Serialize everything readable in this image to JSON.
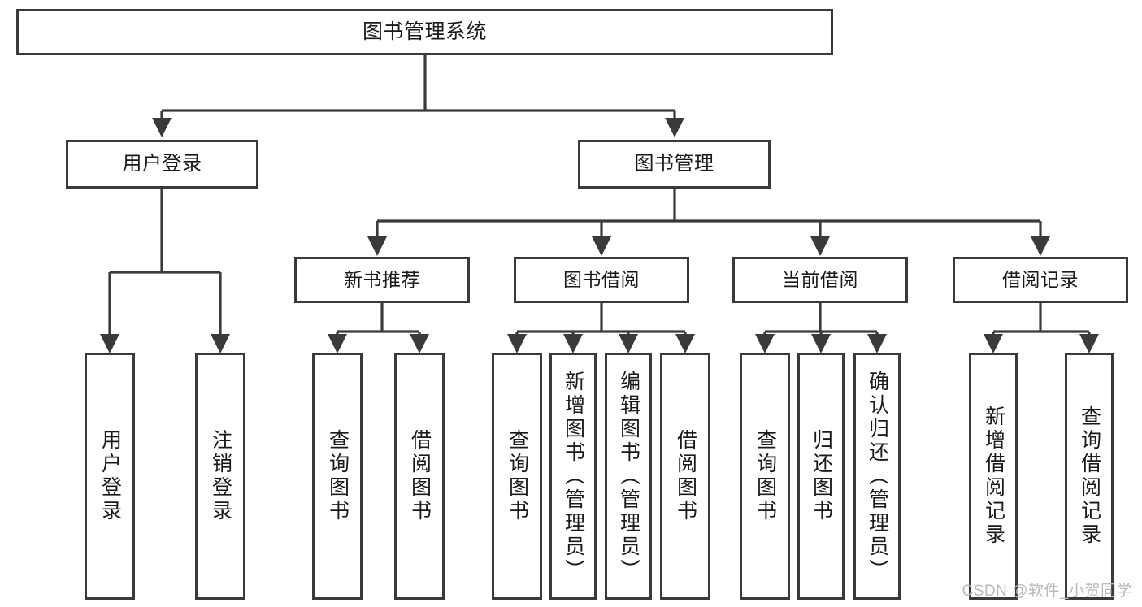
{
  "diagram": {
    "type": "tree-hierarchy-diagram",
    "title": "图书管理系统",
    "colors": {
      "background": "#ffffff",
      "border": "#3a3a3a",
      "text": "#1a1a1a",
      "edge": "#3a3a3a",
      "watermark": "#b9b9b9"
    },
    "root": {
      "label": "图书管理系统"
    },
    "level1": [
      {
        "label": "用户登录"
      },
      {
        "label": "图书管理"
      }
    ],
    "level2": [
      {
        "label": "新书推荐"
      },
      {
        "label": "图书借阅"
      },
      {
        "label": "当前借阅"
      },
      {
        "label": "借阅记录"
      }
    ],
    "leaves": {
      "user_login": [
        {
          "label": "用户登录"
        },
        {
          "label": "注销登录"
        }
      ],
      "new_book_recommend": [
        {
          "label": "查询图书"
        },
        {
          "label": "借阅图书"
        }
      ],
      "book_borrow": [
        {
          "label": "查询图书"
        },
        {
          "label": "新增图书（管理员）"
        },
        {
          "label": "编辑图书（管理员）"
        },
        {
          "label": "借阅图书"
        }
      ],
      "current_borrow": [
        {
          "label": "查询图书"
        },
        {
          "label": "归还图书"
        },
        {
          "label": "确认归还（管理员）"
        }
      ],
      "borrow_record": [
        {
          "label": "新增借阅记录"
        },
        {
          "label": "查询借阅记录"
        }
      ]
    }
  },
  "watermark": {
    "text": "CSDN @软件_小贺同学"
  }
}
